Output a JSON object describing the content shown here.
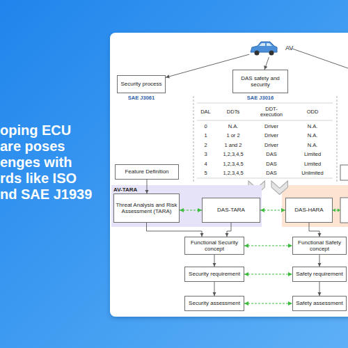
{
  "diagram": {
    "nodes": [
      {
        "text": [
          "AV"
        ]
      },
      {
        "text": [
          "Security process"
        ]
      },
      {
        "text": [
          "DAS safety and security"
        ]
      },
      {
        "text": [
          "Feature Definition"
        ]
      },
      {
        "text": [
          "AV-TARA"
        ]
      },
      {
        "text": [
          "Threat Analysis and Risk Assessment (TARA)"
        ],
        "in": 4
      },
      {
        "text": [
          "DAS-TARA"
        ],
        "in": 4
      },
      {
        "text": [
          "DAS-HARA"
        ]
      },
      {
        "text": [
          "Functional Security concept"
        ]
      },
      {
        "text": [
          "Functional Safety concept"
        ]
      },
      {
        "text": [
          "Security requirement"
        ]
      },
      {
        "text": [
          "Safety requirement"
        ]
      },
      {
        "text": [
          "Security assessment"
        ]
      },
      {
        "text": [
          "Safety assessment"
        ]
      }
    ],
    "edges": [
      {
        "from": 0,
        "to": 1,
        "arrow": "to"
      },
      {
        "from": 0,
        "to": 2,
        "arrow": "to"
      },
      {
        "from": 3,
        "to": 5,
        "arrow": "to"
      },
      {
        "from": 5,
        "to": 6,
        "arrow": "both"
      },
      {
        "from": 6,
        "to": 7,
        "arrow": "both"
      },
      {
        "from": 5,
        "to": 8,
        "arrow": "to"
      },
      {
        "from": 6,
        "to": 8,
        "arrow": "to"
      },
      {
        "from": 7,
        "to": 9,
        "arrow": "to"
      },
      {
        "from": 8,
        "to": 9,
        "arrow": "both"
      },
      {
        "from": 8,
        "to": 10,
        "arrow": "to"
      },
      {
        "from": 9,
        "to": 11,
        "arrow": "to"
      },
      {
        "from": 10,
        "to": 11,
        "arrow": "both"
      },
      {
        "from": 10,
        "to": 12,
        "arrow": "to"
      },
      {
        "from": 11,
        "to": 13,
        "arrow": "to"
      },
      {
        "from": 12,
        "to": 13,
        "arrow": "both"
      }
    ],
    "labels": [
      "oping ECU",
      "are poses",
      "enges with",
      "rds like ISO",
      "nd SAE J1939",
      "SAE J3061",
      "SAE J3016",
      "DAL",
      "DDTs",
      "DDT-execution",
      "ODD",
      "0",
      "N.A.",
      "Driver",
      "N.A.",
      "1",
      "1 or 2",
      "Driver",
      "N.A.",
      "2",
      "1 and 2",
      "Driver",
      "N.A.",
      "3",
      "1,2,3,4,5",
      "DAS",
      "Limited",
      "4",
      "1,2,3,4,5",
      "DAS",
      "Limited",
      "5",
      "1,2,3,4,5",
      "DAS",
      "Unlimited"
    ]
  }
}
